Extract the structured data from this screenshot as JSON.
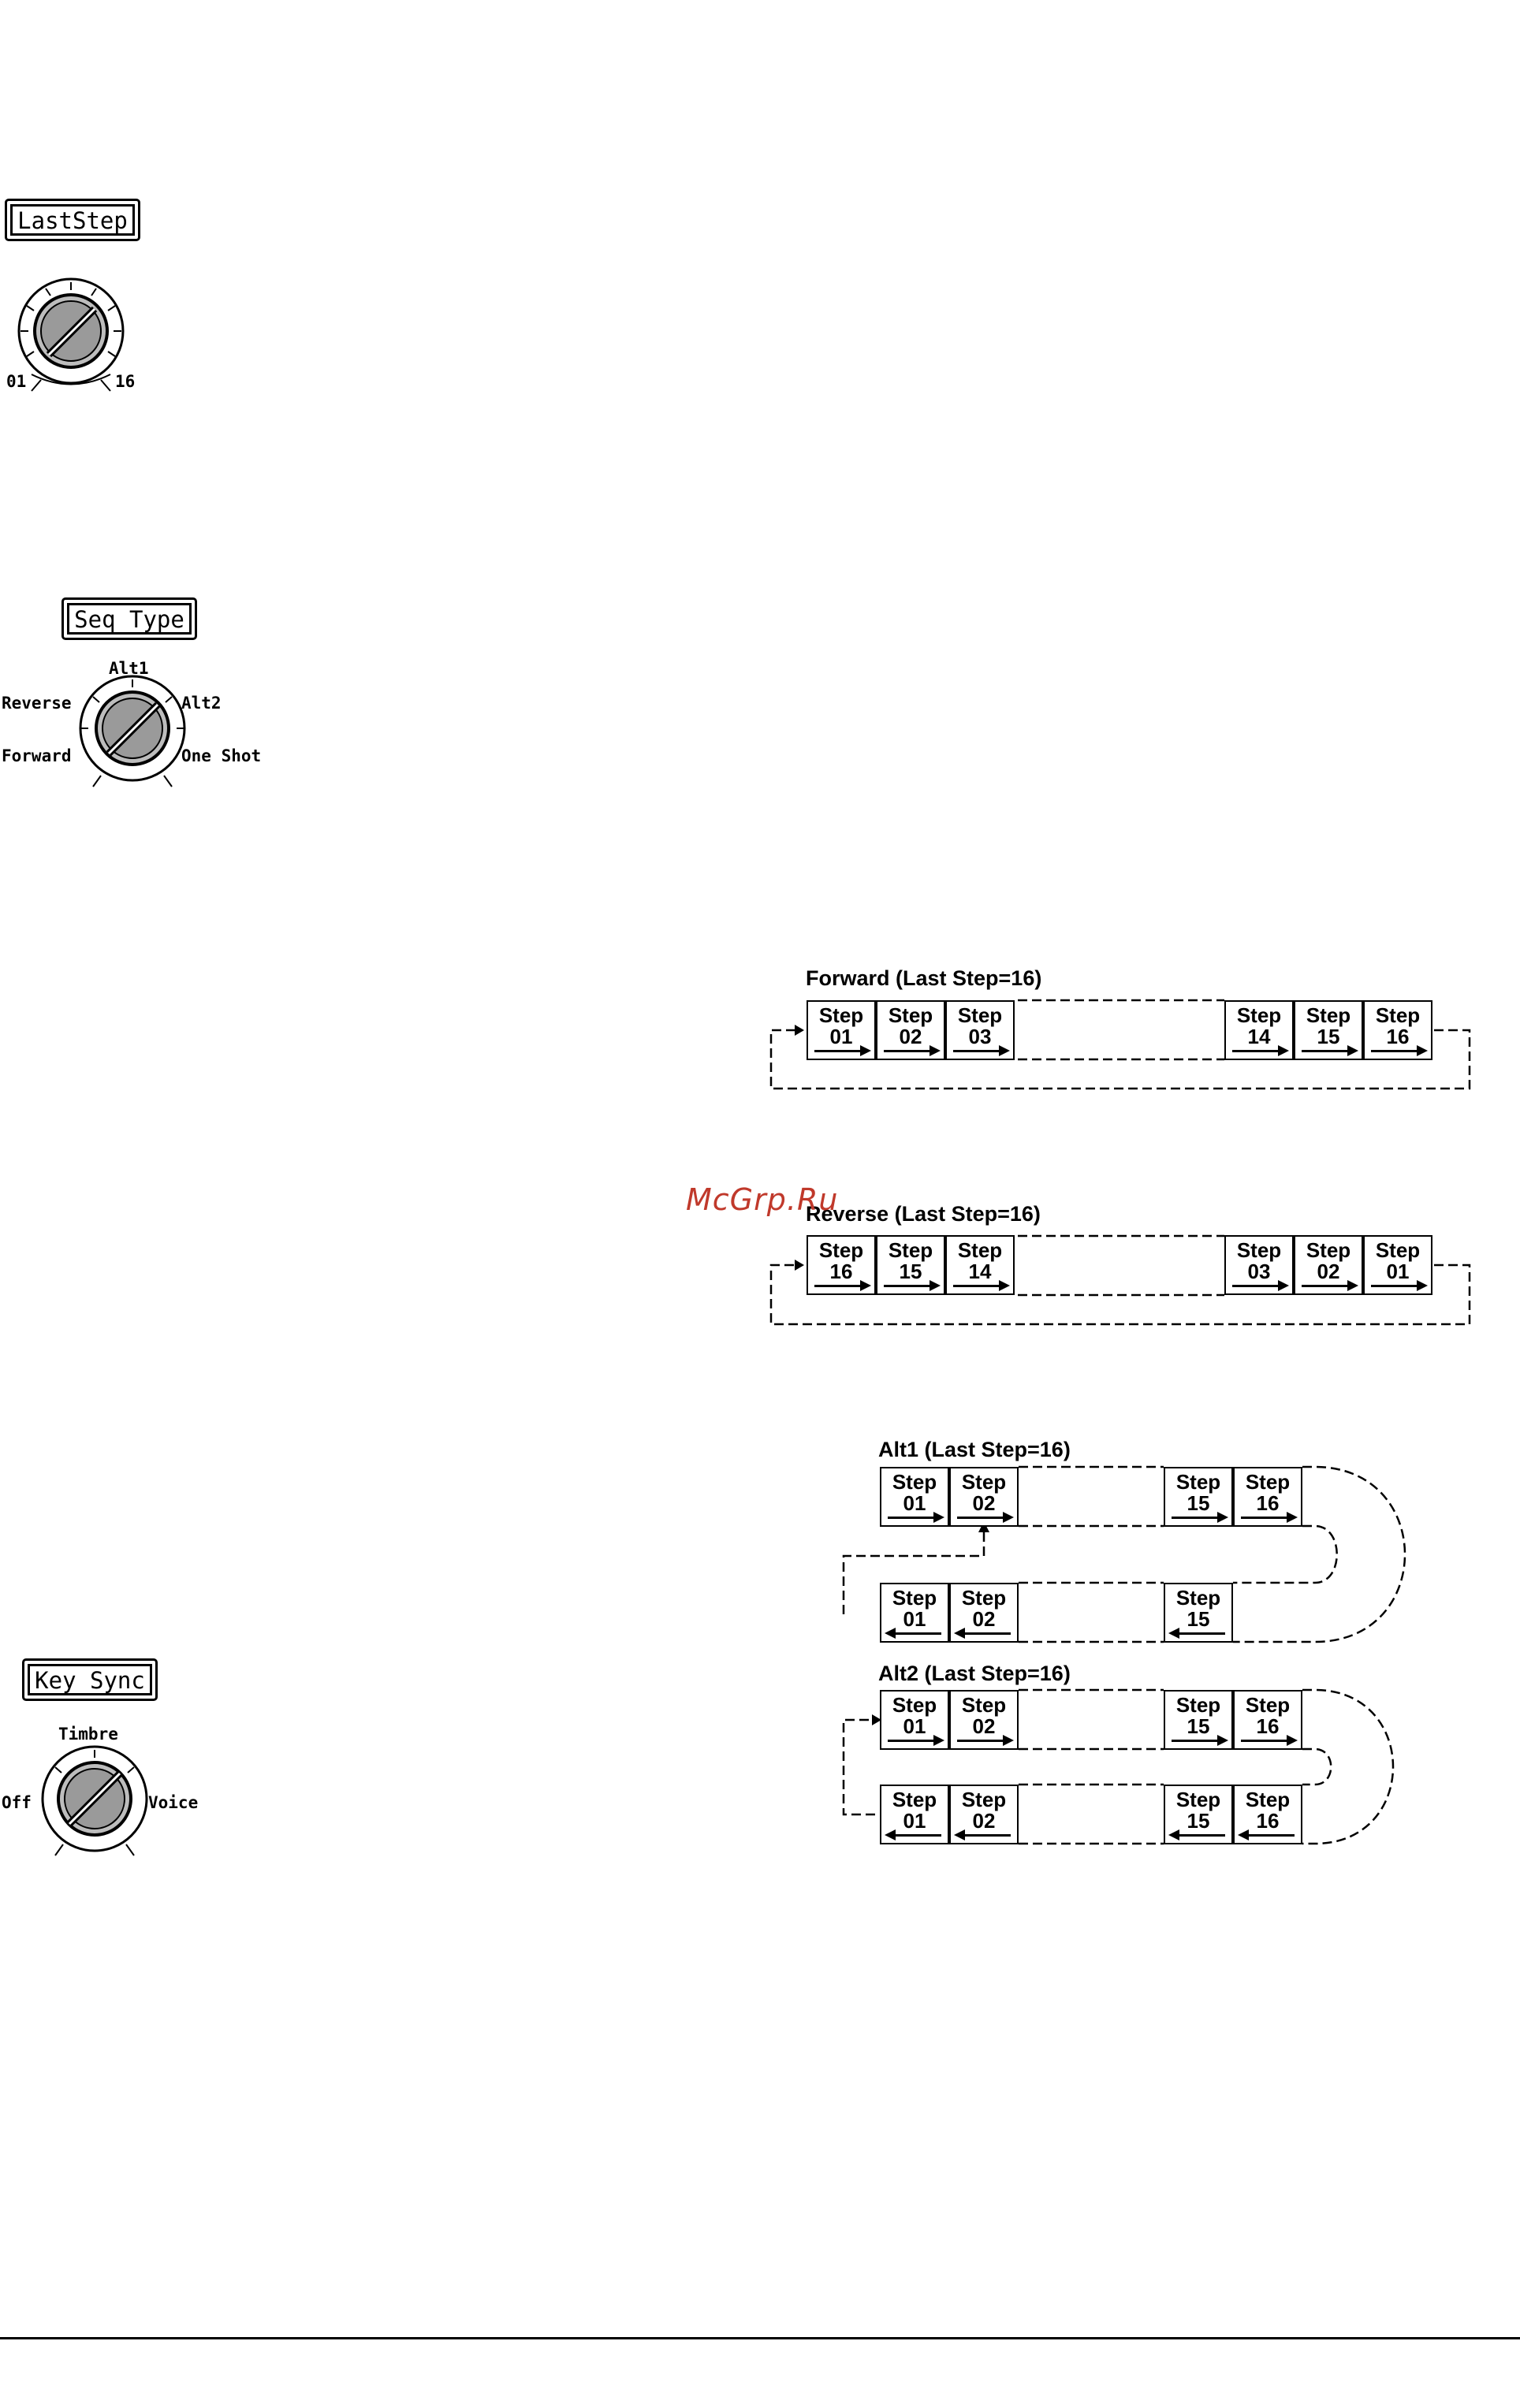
{
  "knobs": {
    "last_step": {
      "title": "LastStep",
      "min_label": "01",
      "max_label": "16"
    },
    "seq_type": {
      "title": "Seq Type",
      "labels": {
        "top": "Alt1",
        "upper_left": "Reverse",
        "upper_right": "Alt2",
        "lower_left": "Forward",
        "lower_right": "One Shot"
      }
    },
    "key_sync": {
      "title": "Key Sync",
      "labels": {
        "top": "Timbre",
        "left": "Off",
        "right": "Voice"
      }
    }
  },
  "diagrams": {
    "forward": {
      "title": "Forward (Last Step=16)",
      "step_word": "Step",
      "steps": [
        "01",
        "02",
        "03",
        "14",
        "15",
        "16"
      ]
    },
    "reverse": {
      "title": "Reverse (Last Step=16)",
      "step_word": "Step",
      "steps": [
        "16",
        "15",
        "14",
        "03",
        "02",
        "01"
      ]
    },
    "alt1": {
      "title": "Alt1 (Last Step=16)",
      "step_word": "Step",
      "top_steps": [
        "01",
        "02",
        "15",
        "16"
      ],
      "bottom_steps": [
        "01",
        "02",
        "15"
      ]
    },
    "alt2": {
      "title": "Alt2 (Last Step=16)",
      "step_word": "Step",
      "top_steps": [
        "01",
        "02",
        "15",
        "16"
      ],
      "bottom_steps": [
        "01",
        "02",
        "15",
        "16"
      ]
    }
  },
  "watermark": "McGrp.Ru"
}
